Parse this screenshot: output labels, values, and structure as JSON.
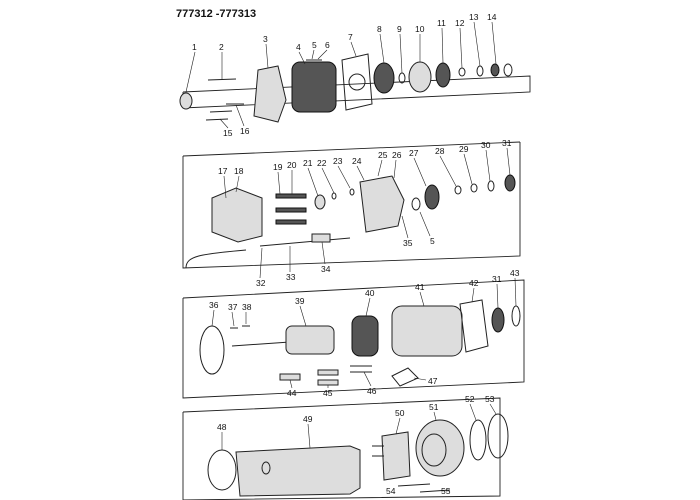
{
  "title": "777312 -777313",
  "labels": [
    "1",
    "2",
    "3",
    "4",
    "5",
    "6",
    "7",
    "8",
    "9",
    "10",
    "11",
    "12",
    "13",
    "14",
    "15",
    "16",
    "17",
    "18",
    "19",
    "20",
    "21",
    "22",
    "23",
    "24",
    "25",
    "26",
    "27",
    "28",
    "29",
    "30",
    "31",
    "32",
    "33",
    "34",
    "35",
    "5",
    "36",
    "37",
    "38",
    "39",
    "40",
    "41",
    "42",
    "31",
    "43",
    "44",
    "45",
    "46",
    "47",
    "48",
    "49",
    "50",
    "51",
    "52",
    "53",
    "54",
    "55"
  ]
}
